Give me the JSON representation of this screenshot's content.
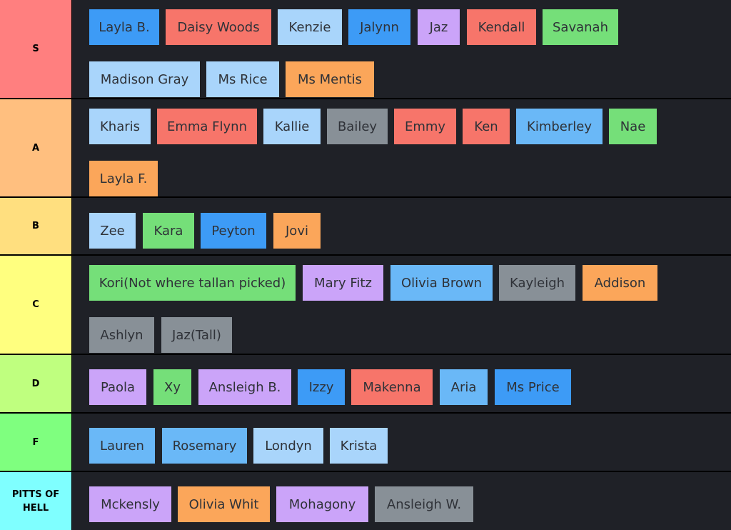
{
  "colors": {
    "S": "#ff7f7f",
    "A": "#ffbf7f",
    "B": "#ffdf7f",
    "C": "#ffff7f",
    "D": "#bfff7f",
    "F": "#7fff7f",
    "PITTS": "#7fffff",
    "panel": "#1f2127"
  },
  "tiers": [
    {
      "label": "S",
      "color": "#ff7f7f",
      "items": [
        {
          "name": "Layla B.",
          "color": "blue"
        },
        {
          "name": "Daisy Woods",
          "color": "red"
        },
        {
          "name": "Kenzie",
          "color": "lblue"
        },
        {
          "name": "Jalynn",
          "color": "blue"
        },
        {
          "name": "Jaz",
          "color": "purple"
        },
        {
          "name": "Kendall",
          "color": "red"
        },
        {
          "name": "Savanah",
          "color": "green"
        },
        {
          "name": "Madison Gray",
          "color": "lblue"
        },
        {
          "name": "Ms Rice",
          "color": "lblue"
        },
        {
          "name": "Ms Mentis",
          "color": "orange"
        }
      ]
    },
    {
      "label": "A",
      "color": "#ffbf7f",
      "items": [
        {
          "name": "Kharis",
          "color": "lblue"
        },
        {
          "name": "Emma Flynn",
          "color": "red"
        },
        {
          "name": "Kallie",
          "color": "lblue"
        },
        {
          "name": "Bailey",
          "color": "gray"
        },
        {
          "name": "Emmy",
          "color": "red"
        },
        {
          "name": "Ken",
          "color": "red"
        },
        {
          "name": "Kimberley",
          "color": "sky"
        },
        {
          "name": "Nae",
          "color": "green"
        },
        {
          "name": "Layla F.",
          "color": "orange"
        }
      ]
    },
    {
      "label": "B",
      "color": "#ffdf7f",
      "items": [
        {
          "name": "Zee",
          "color": "lblue"
        },
        {
          "name": "Kara",
          "color": "green"
        },
        {
          "name": "Peyton",
          "color": "blue"
        },
        {
          "name": "Jovi",
          "color": "orange"
        }
      ]
    },
    {
      "label": "C",
      "color": "#ffff7f",
      "items": [
        {
          "name": "Kori(Not where tallan picked)",
          "color": "green"
        },
        {
          "name": "Mary Fitz",
          "color": "purple"
        },
        {
          "name": "Olivia Brown",
          "color": "sky"
        },
        {
          "name": "Kayleigh",
          "color": "gray"
        },
        {
          "name": "Addison",
          "color": "orange"
        },
        {
          "name": "Ashlyn",
          "color": "gray"
        },
        {
          "name": "Jaz(Tall)",
          "color": "gray"
        }
      ]
    },
    {
      "label": "D",
      "color": "#bfff7f",
      "items": [
        {
          "name": "Paola",
          "color": "purple"
        },
        {
          "name": "Xy",
          "color": "green"
        },
        {
          "name": "Ansleigh B.",
          "color": "purple"
        },
        {
          "name": "Izzy",
          "color": "blue"
        },
        {
          "name": "Makenna",
          "color": "red"
        },
        {
          "name": "Aria",
          "color": "sky"
        },
        {
          "name": "Ms Price",
          "color": "blue"
        }
      ]
    },
    {
      "label": "F",
      "color": "#7fff7f",
      "items": [
        {
          "name": "Lauren",
          "color": "sky"
        },
        {
          "name": "Rosemary",
          "color": "sky"
        },
        {
          "name": "Londyn",
          "color": "lblue"
        },
        {
          "name": "Krista",
          "color": "lblue"
        }
      ]
    },
    {
      "label": "PITTS OF HELL",
      "color": "#7fffff",
      "items": [
        {
          "name": "Mckensly",
          "color": "purple"
        },
        {
          "name": "Olivia Whit",
          "color": "orange"
        },
        {
          "name": "Mohagony",
          "color": "purple"
        },
        {
          "name": "Ansleigh W.",
          "color": "gray"
        }
      ]
    }
  ]
}
